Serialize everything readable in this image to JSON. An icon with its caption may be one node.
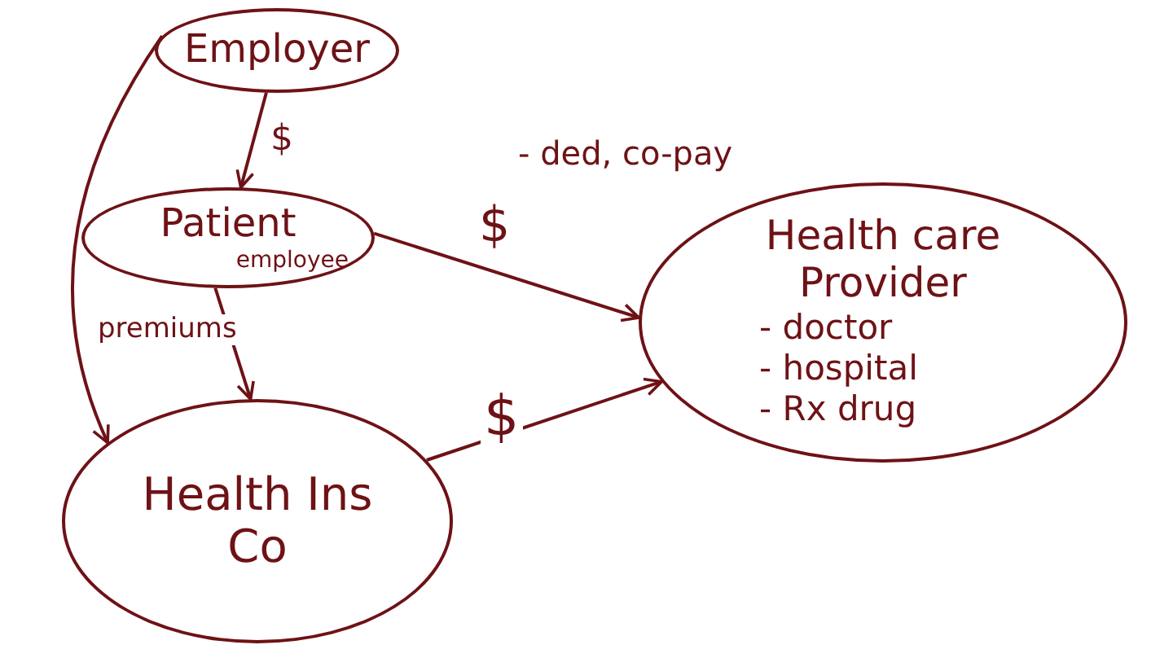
{
  "diagram": {
    "nodes": [
      {
        "text": [
          "Employer"
        ]
      },
      {
        "text": [
          "Patient",
          "employee"
        ]
      },
      {
        "text": [
          "Health Ins Co"
        ]
      },
      {
        "text": [
          "Health care Provider",
          "- doctor",
          "- hospital",
          "- Rx drug"
        ]
      }
    ],
    "edges": [
      {
        "from": 0,
        "to": 1,
        "arrow": "to",
        "label": "$"
      },
      {
        "from": 0,
        "to": 2,
        "arrow": "to"
      },
      {
        "from": 1,
        "to": 2,
        "arrow": "to",
        "label": "premiums"
      },
      {
        "from": 1,
        "to": 3,
        "arrow": "to",
        "label": "$"
      },
      {
        "from": 2,
        "to": 3,
        "arrow": "to",
        "label": "$"
      }
    ],
    "labels": [
      "- ded, co-pay"
    ]
  }
}
